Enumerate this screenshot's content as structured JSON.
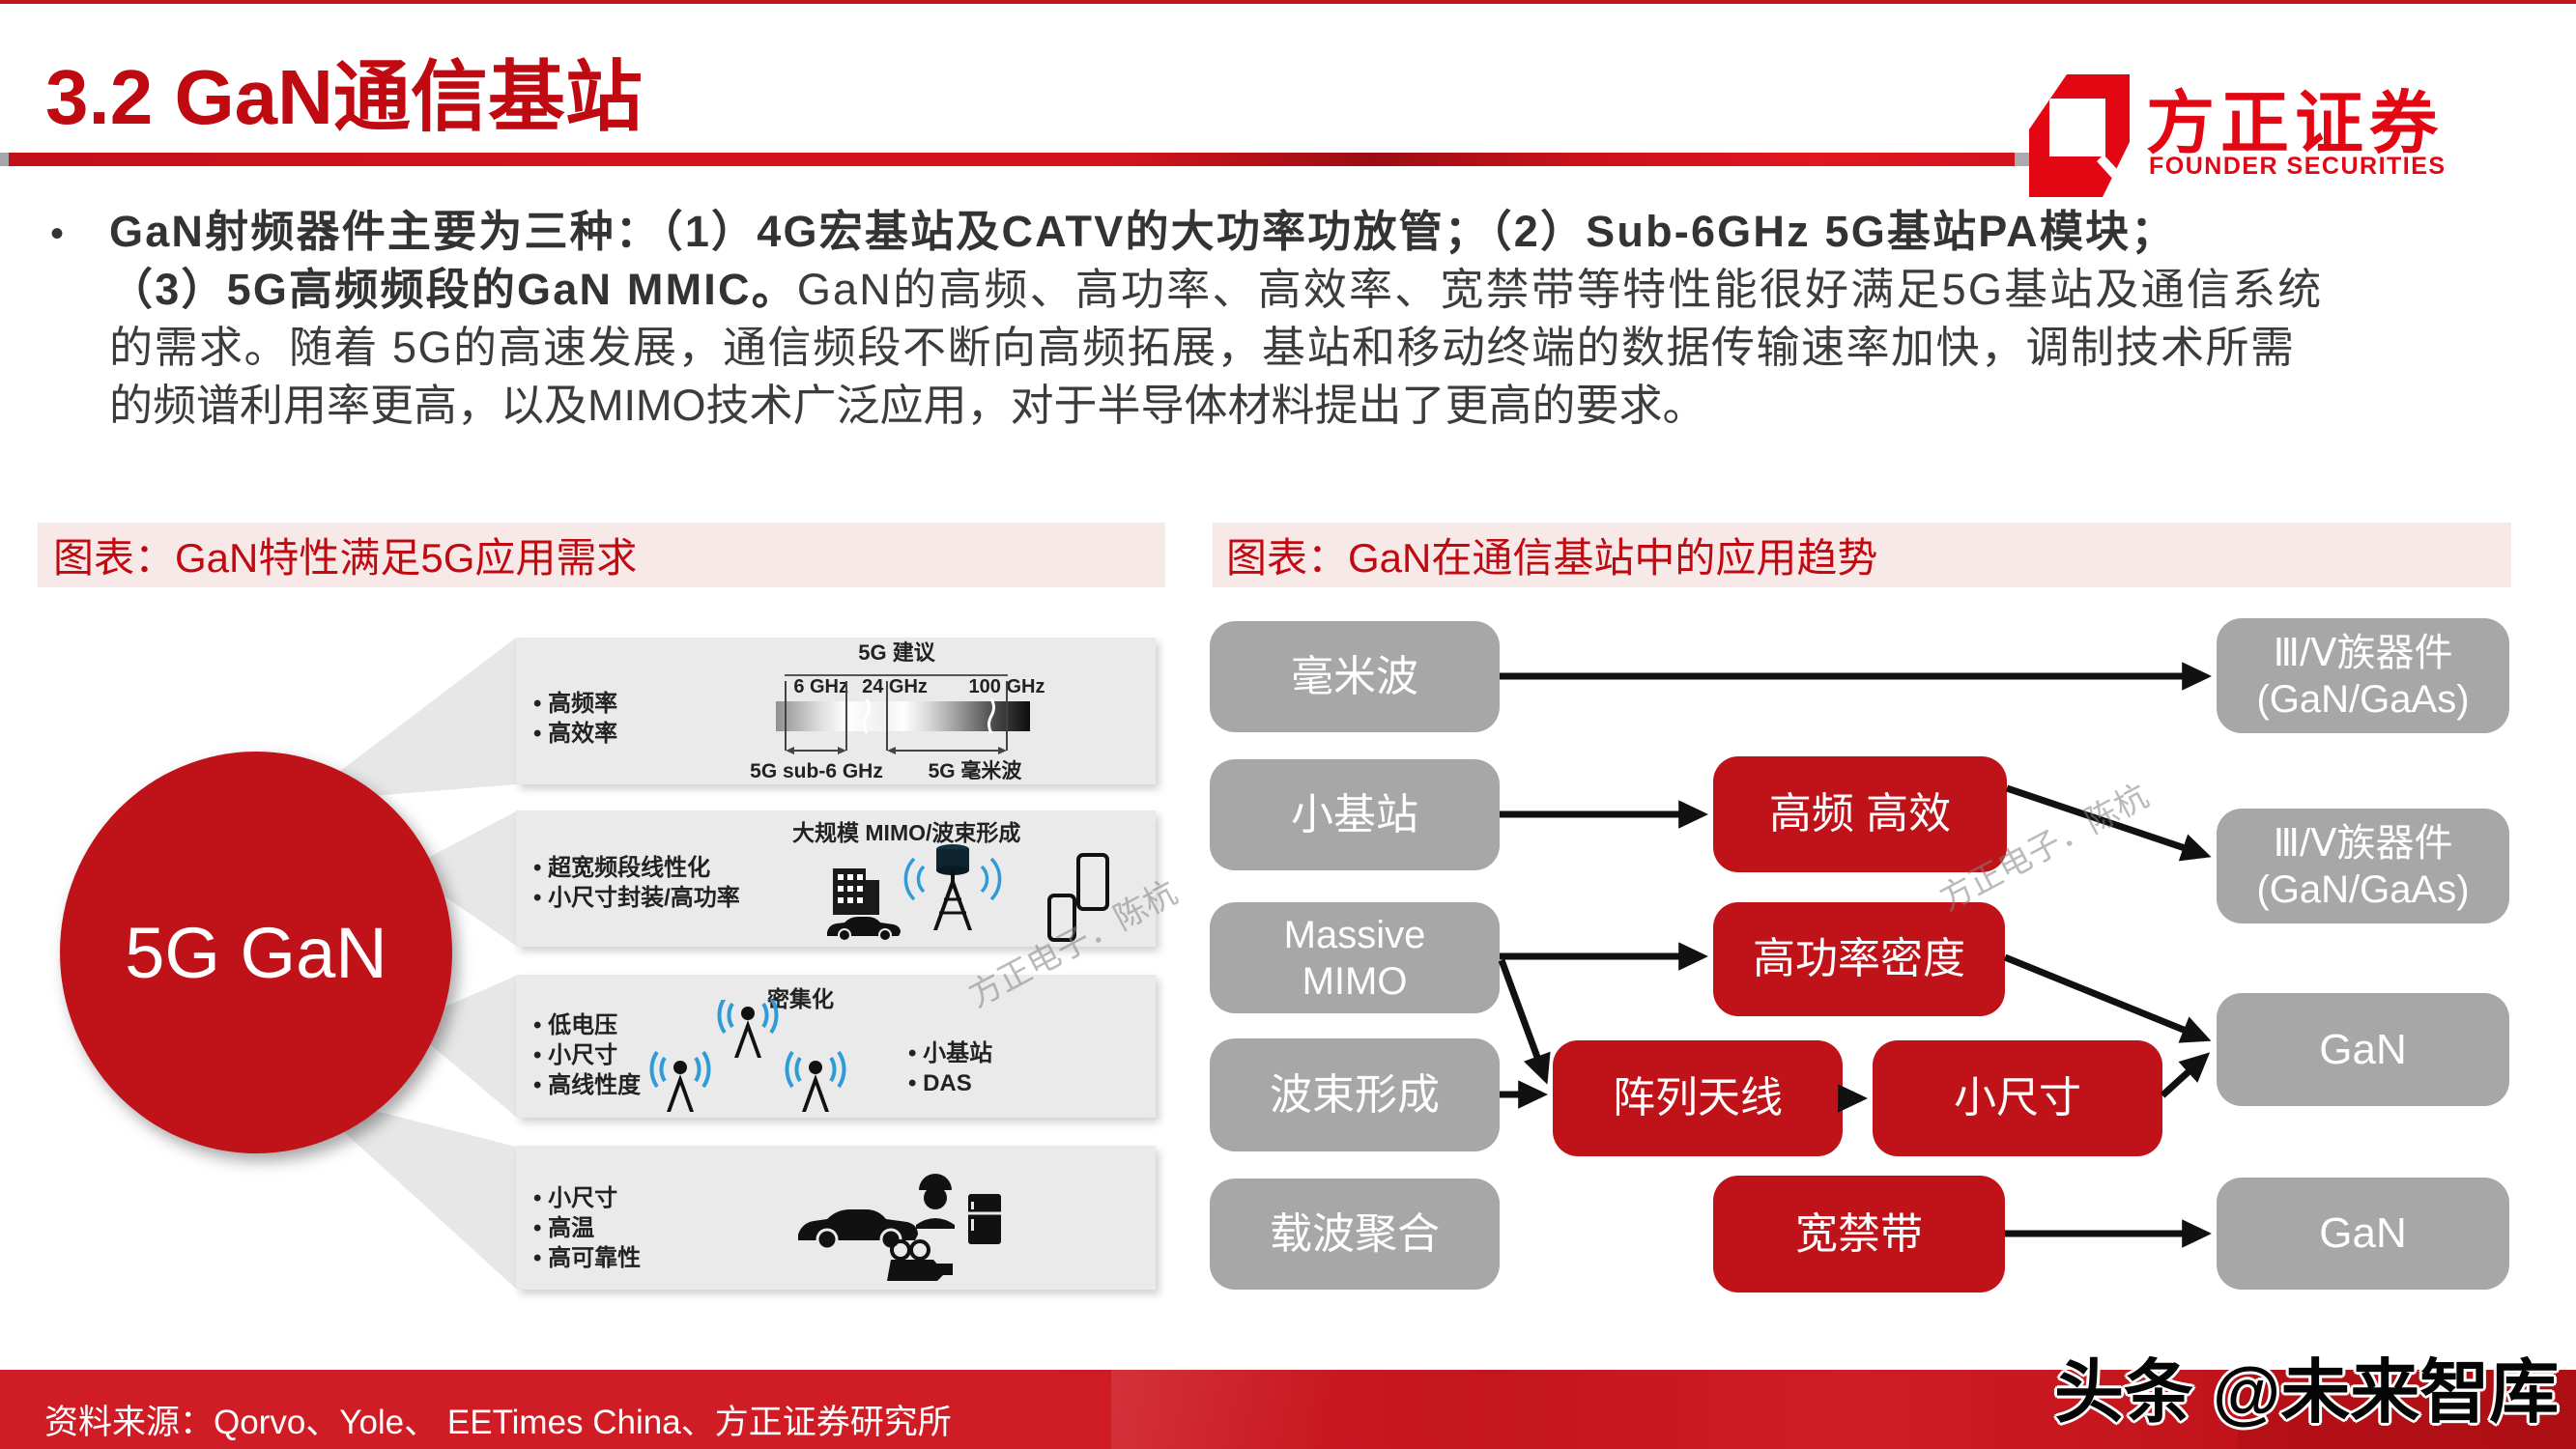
{
  "page": {
    "title": "3.2 GaN通信基站"
  },
  "logo": {
    "cn": "方正证券",
    "en": "FOUNDER SECURITIES"
  },
  "paragraph": {
    "bullet": "•",
    "line1_bold": "GaN射频器件主要为三种：（1）4G宏基站及CATV的大功率功放管；（2）Sub-6GHz 5G基站PA模块；",
    "line2_bold": "（3）5G高频频段的GaN MMIC。",
    "line2_regular": "GaN的高频、高功率、高效率、宽禁带等特性能很好满足5G基站及通信系统",
    "line3": "的需求。随着 5G的高速发展，通信频段不断向高频拓展，基站和移动终端的数据传输速率加快，调制技术所需",
    "line4": "的频谱利用率更高，以及MIMO技术广泛应用，对于半导体材料提出了更高的要求。"
  },
  "figures": {
    "left_title": "图表：GaN特性满足5G应用需求",
    "right_title": "图表：GaN在通信基站中的应用趋势"
  },
  "left_diagram": {
    "circle_label": "5G GaN",
    "spectrum": {
      "title": "5G 建议",
      "tick6": "6 GHz",
      "tick24": "24 GHz",
      "tick100": "100 GHz",
      "sub6": "5G sub-6 GHz",
      "mmwave": "5G 毫米波"
    },
    "panels": [
      {
        "bullets": [
          "高频率",
          "高效率"
        ]
      },
      {
        "caption": "大规模 MIMO/波束形成",
        "bullets": [
          "超宽频段线性化",
          "小尺寸封装/高功率"
        ]
      },
      {
        "caption": "密集化",
        "bullets": [
          "低电压",
          "小尺寸",
          "高线性度"
        ],
        "side_bullets": [
          "小基站",
          "DAS"
        ]
      },
      {
        "bullets": [
          "小尺寸",
          "高温",
          "高可靠性"
        ]
      }
    ]
  },
  "flow": {
    "left": [
      "毫米波",
      "小基站",
      "Massive MIMO",
      "波束形成",
      "载波聚合"
    ],
    "mid": [
      "高频 高效",
      "高功率密度",
      "阵列天线",
      "小尺寸",
      "宽禁带"
    ],
    "right_line1": [
      "Ⅲ/Ⅴ族器件",
      "Ⅲ/Ⅴ族器件",
      "GaN",
      "GaN"
    ],
    "right_line2": [
      "(GaN/GaAs)",
      "(GaN/GaAs)",
      "",
      ""
    ]
  },
  "watermarks": {
    "diagonal": "方正电子．陈杭",
    "bottom": "头条 @未来智库"
  },
  "footer": {
    "source": "资料来源：Qorvo、Yole、 EETimes China、方正证券研究所"
  },
  "colors": {
    "accent_red": "#c01219",
    "title_red": "#c00a12",
    "logo_red": "#e30613",
    "banner_pink": "#f7e9e8",
    "box_gray": "#a7a7a7",
    "panel_gray": "#eaeaea"
  }
}
